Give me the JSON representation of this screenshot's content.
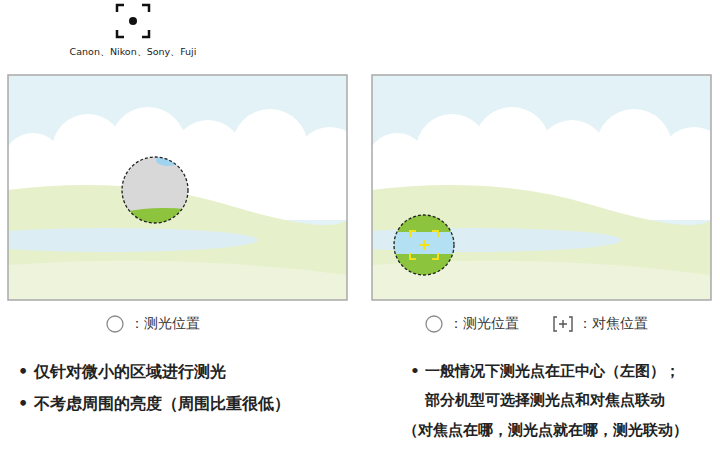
{
  "diagram": {
    "labels": [
      "Canon、Nikon、Sony、Fuji",
      "• 仅针对微小的区域进行测光",
      "• 不考虑周围的亮度（周围比重很低）",
      "• 一般情况下测光点在正中心（左图）；",
      "部分机型可选择测光点和对焦点联动",
      "（对焦点在哪，测光点就在哪，测光联动）"
    ],
    "legend": [
      {
        "text": "：测光位置"
      },
      {
        "text": "：测光位置"
      },
      {
        "text": "：对焦位置"
      }
    ]
  }
}
